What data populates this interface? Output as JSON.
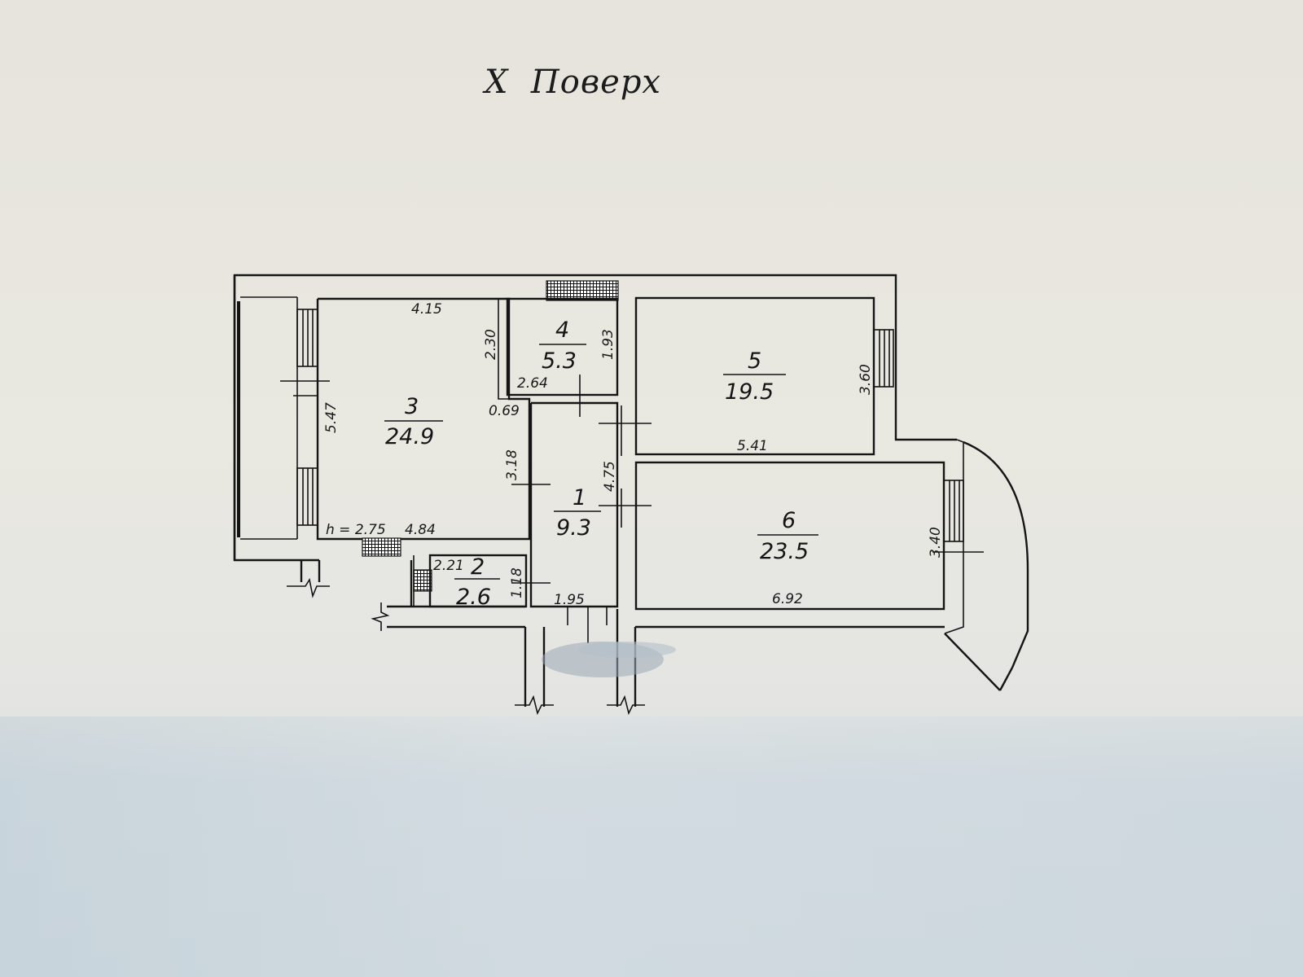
{
  "title": "X  Поверх",
  "ceiling_height": "h = 2.75",
  "rooms": [
    {
      "number": "1",
      "area": "9.3"
    },
    {
      "number": "2",
      "area": "2.6"
    },
    {
      "number": "3",
      "area": "24.9"
    },
    {
      "number": "4",
      "area": "5.3"
    },
    {
      "number": "5",
      "area": "19.5"
    },
    {
      "number": "6",
      "area": "23.5"
    }
  ],
  "dimensions": {
    "room3_top": "4.15",
    "room3_left": "5.47",
    "room3_bottom": "4.84",
    "room3_notch_vertical": "2.30",
    "room3_notch_horizontal": "0.69",
    "room3_right": "3.18",
    "room4_bottom": "2.64",
    "room4_right": "1.93",
    "room1_right": "4.75",
    "room1_bottom": "1.95",
    "room2_width": "2.21",
    "room2_height": "1.18",
    "room5_bottom": "5.41",
    "room5_right": "3.60",
    "room6_bottom": "6.92",
    "room6_right": "3.40"
  }
}
